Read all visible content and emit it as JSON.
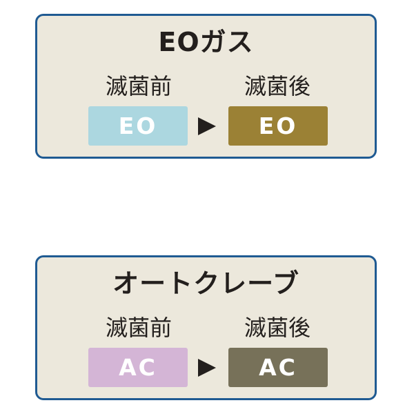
{
  "panels": [
    {
      "title": "EOガス",
      "before_label": "滅菌前",
      "after_label": "滅菌後",
      "before_chip": "EO",
      "after_chip": "EO",
      "before_color": "#acd7e0",
      "after_color": "#9b8135"
    },
    {
      "title": "オートクレーブ",
      "before_label": "滅菌前",
      "after_label": "滅菌後",
      "before_chip": "AC",
      "after_chip": "AC",
      "before_color": "#d4b5d6",
      "after_color": "#777159"
    }
  ],
  "icons": {
    "arrow": "play-triangle-right-icon"
  }
}
